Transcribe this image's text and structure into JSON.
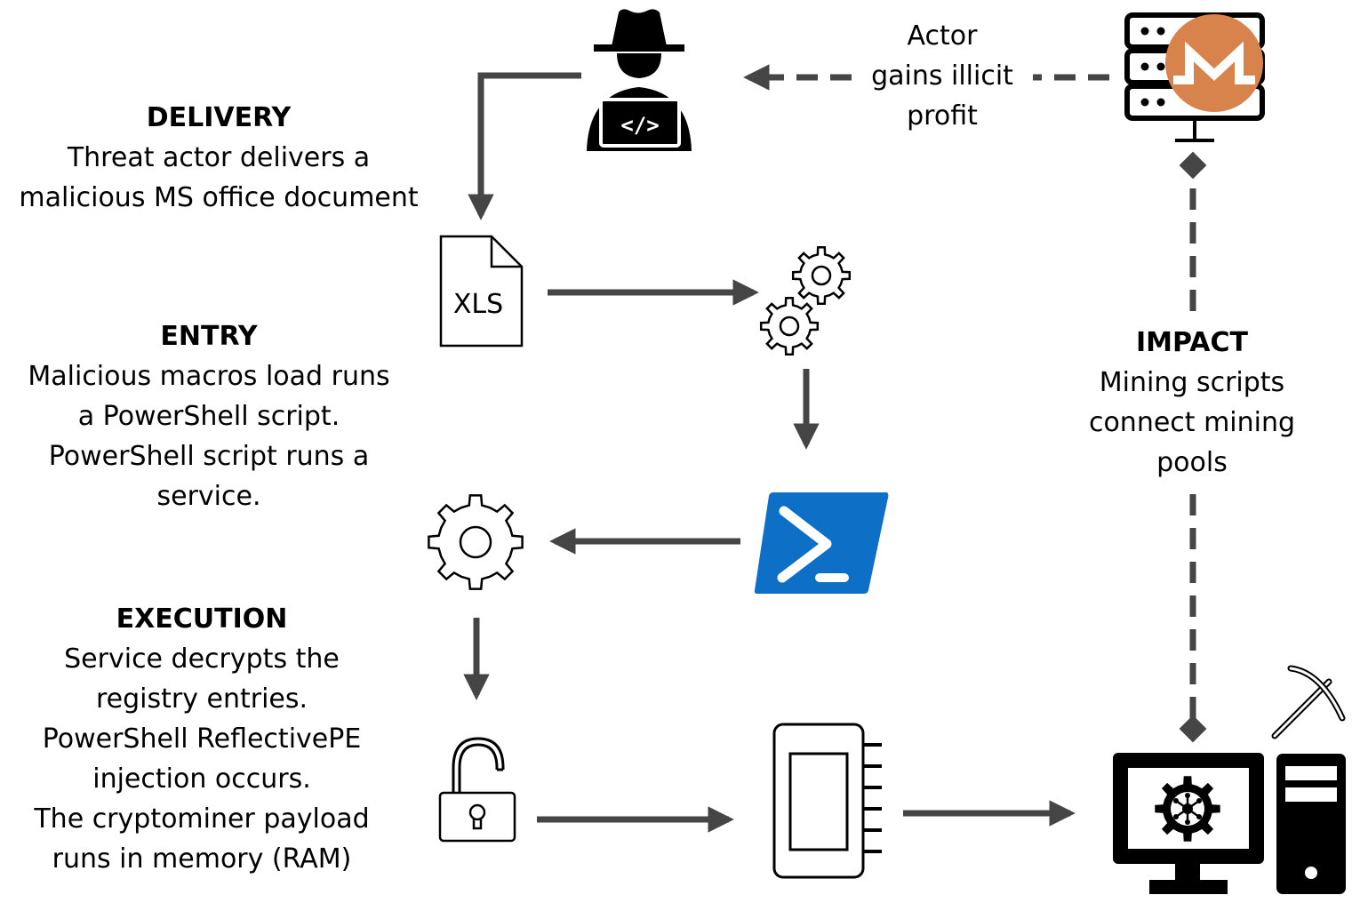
{
  "stages": {
    "delivery": {
      "heading": "DELIVERY",
      "lines": [
        "Threat actor delivers a",
        "malicious MS office document"
      ]
    },
    "entry": {
      "heading": "ENTRY",
      "lines": [
        "Malicious macros load runs",
        "a PowerShell script.",
        "PowerShell script runs a",
        "service."
      ]
    },
    "execution": {
      "heading": "EXECUTION",
      "lines": [
        "Service decrypts the",
        "registry entries.",
        "PowerShell ReflectivePE",
        "injection occurs.",
        "The cryptominer payload",
        "runs in memory (RAM)"
      ]
    },
    "impact": {
      "heading": "IMPACT",
      "lines": [
        "Mining scripts",
        "connect mining",
        "pools"
      ]
    },
    "profit": {
      "lines": [
        "Actor",
        "gains illicit",
        "profit"
      ]
    }
  },
  "file": {
    "label": "XLS"
  },
  "icons": {
    "actor": "hacker-icon",
    "server": "server-icon",
    "monero": "monero-logo-icon",
    "document": "xls-document-icon",
    "gears": "gears-icon",
    "powershell": "powershell-icon",
    "service": "gear-icon",
    "padlock": "unlocked-padlock-icon",
    "memory": "memory-chip-icon",
    "computer": "computer-icon",
    "pickaxe": "pickaxe-icon"
  },
  "colors": {
    "arrow": "#454545",
    "powershell_blue": "#0d6fc5",
    "monero_orange": "#d9834c",
    "black": "#000000"
  }
}
